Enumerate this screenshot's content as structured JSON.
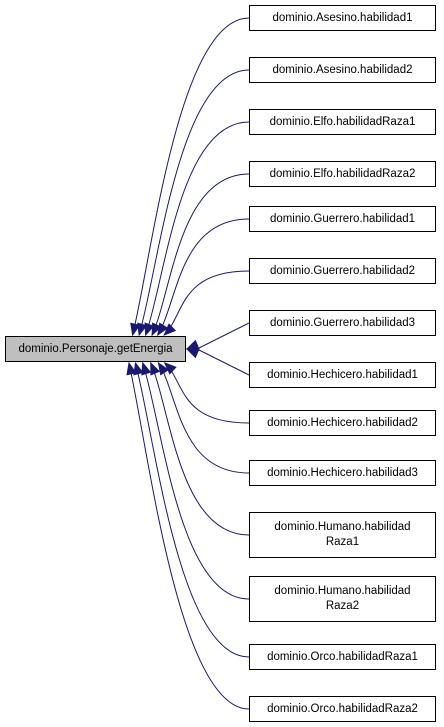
{
  "diagram": {
    "type": "call-graph",
    "colors": {
      "edge": "#191970",
      "root_fill": "#bfbfbf",
      "node_fill": "#ffffff",
      "border": "#000000"
    },
    "root": {
      "id": "getEnergia",
      "label": "dominio.Personaje.getEnergia"
    },
    "nodes": [
      {
        "id": "asesino1",
        "label": "dominio.Asesino.habilidad1"
      },
      {
        "id": "asesino2",
        "label": "dominio.Asesino.habilidad2"
      },
      {
        "id": "elfo1",
        "label": "dominio.Elfo.habilidadRaza1"
      },
      {
        "id": "elfo2",
        "label": "dominio.Elfo.habilidadRaza2"
      },
      {
        "id": "guerrero1",
        "label": "dominio.Guerrero.habilidad1"
      },
      {
        "id": "guerrero2",
        "label": "dominio.Guerrero.habilidad2"
      },
      {
        "id": "guerrero3",
        "label": "dominio.Guerrero.habilidad3"
      },
      {
        "id": "hechicero1",
        "label": "dominio.Hechicero.habilidad1"
      },
      {
        "id": "hechicero2",
        "label": "dominio.Hechicero.habilidad2"
      },
      {
        "id": "hechicero3",
        "label": "dominio.Hechicero.habilidad3"
      },
      {
        "id": "humano1",
        "label": "dominio.Humano.habilidad\nRaza1"
      },
      {
        "id": "humano2",
        "label": "dominio.Humano.habilidad\nRaza2"
      },
      {
        "id": "orco1",
        "label": "dominio.Orco.habilidadRaza1"
      },
      {
        "id": "orco2",
        "label": "dominio.Orco.habilidadRaza2"
      }
    ],
    "edges": [
      {
        "from": "asesino1",
        "to": "getEnergia"
      },
      {
        "from": "asesino2",
        "to": "getEnergia"
      },
      {
        "from": "elfo1",
        "to": "getEnergia"
      },
      {
        "from": "elfo2",
        "to": "getEnergia"
      },
      {
        "from": "guerrero1",
        "to": "getEnergia"
      },
      {
        "from": "guerrero2",
        "to": "getEnergia"
      },
      {
        "from": "guerrero3",
        "to": "getEnergia"
      },
      {
        "from": "hechicero1",
        "to": "getEnergia"
      },
      {
        "from": "hechicero2",
        "to": "getEnergia"
      },
      {
        "from": "hechicero3",
        "to": "getEnergia"
      },
      {
        "from": "humano1",
        "to": "getEnergia"
      },
      {
        "from": "humano2",
        "to": "getEnergia"
      },
      {
        "from": "orco1",
        "to": "getEnergia"
      },
      {
        "from": "orco2",
        "to": "getEnergia"
      }
    ]
  }
}
